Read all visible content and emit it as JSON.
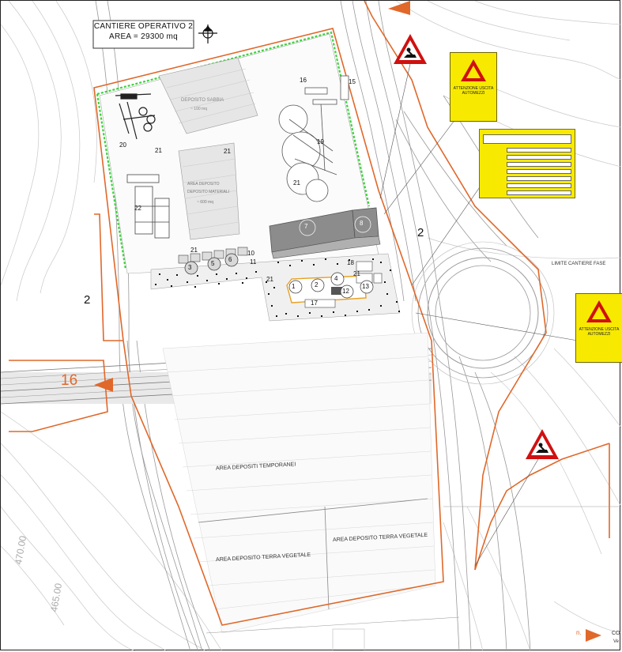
{
  "title_block": {
    "line1": "CANTIERE OPERATIVO 2",
    "line2": "AREA = 29300 mq"
  },
  "labels": {
    "road_16": "16",
    "road_2_right": "2",
    "road_2_left": "2",
    "area_depositi": "AREA DEPOSITI TEMPORANEI",
    "area_vegetale_1": "AREA DEPOSITO TERRA VEGETALE",
    "area_vegetale_2": "AREA DEPOSITO TERRA VEGETALE",
    "limite_cantiere": "LIMITE CANTIERE FASE",
    "elev_470": "470.00",
    "elev_465": "465.00",
    "bottom_code": "CO",
    "bottom_code2": "Ve",
    "bottom_n": "n."
  },
  "numbers": {
    "n1": "1",
    "n2": "2",
    "n3": "3",
    "n4": "4",
    "n5": "5",
    "n6": "6",
    "n7": "7",
    "n8": "8",
    "n10": "10",
    "n11": "11",
    "n12": "12",
    "n13": "13",
    "n15": "15",
    "n16": "16",
    "n17": "17",
    "n18": "18",
    "n19": "19",
    "n20": "20",
    "n21a": "21",
    "n21b": "21",
    "n21c": "21",
    "n21d": "21",
    "n21e": "21",
    "n21f": "21",
    "n22": "22"
  },
  "signs": {
    "sign1_text": "ATTENZIONE USCITA AUTOMEZZI",
    "sign2_text": "ATTENZIONE USCITA AUTOMEZZI"
  },
  "colors": {
    "boundary_orange": "#e0682a",
    "fence_green": "#3ed23e",
    "sign_yellow": "#f7ea00",
    "sign_red": "#d01010",
    "building_gray": "#8c8c8c"
  }
}
